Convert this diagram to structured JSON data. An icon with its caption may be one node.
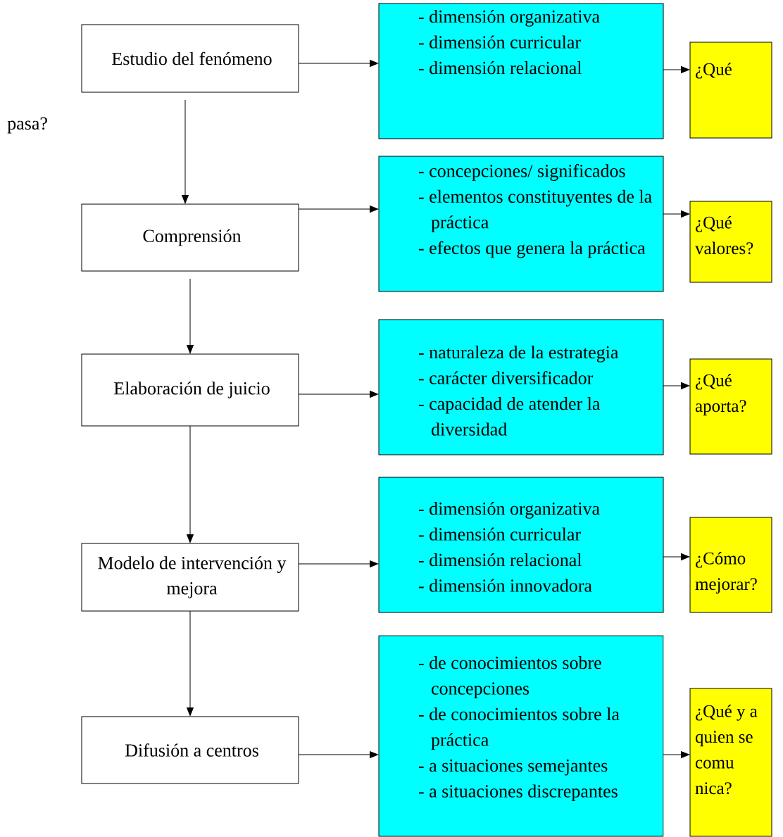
{
  "diagram": {
    "nodes": [
      {
        "text": [
          "Estudio del fenómeno"
        ]
      },
      {
        "text": [
          "- dimensión organizativa",
          "- dimensión curricular",
          "- dimensión relacional"
        ]
      },
      {
        "text": [
          "¿Qué"
        ]
      },
      {
        "text": [
          "Comprensión"
        ]
      },
      {
        "text": [
          "- concepciones/ significados",
          "- elementos constituyentes de la práctica",
          "- efectos que genera la práctica"
        ]
      },
      {
        "text": [
          "¿Qué valores?"
        ]
      },
      {
        "text": [
          "Elaboración de juicio"
        ]
      },
      {
        "text": [
          "- naturaleza de la estrategia",
          "- carácter diversificador",
          "- capacidad de atender la diversidad"
        ]
      },
      {
        "text": [
          "¿Qué aporta?"
        ]
      },
      {
        "text": [
          "Modelo de intervención y mejora"
        ]
      },
      {
        "text": [
          "- dimensión organizativa",
          "- dimensión curricular",
          "- dimensión relacional",
          "- dimensión innovadora"
        ]
      },
      {
        "text": [
          "¿Cómo mejorar?"
        ]
      },
      {
        "text": [
          "Difusión a centros"
        ]
      },
      {
        "text": [
          "- de conocimientos sobre concepciones",
          "- de conocimientos sobre la práctica",
          "- a situaciones semejantes",
          "- a situaciones discrepantes"
        ]
      },
      {
        "text": [
          "¿Qué y a quien se comu nica?"
        ]
      }
    ],
    "edges": [
      {
        "from": 0,
        "to": 1,
        "arrow": "to"
      },
      {
        "from": 1,
        "to": 2,
        "arrow": "to"
      },
      {
        "from": 0,
        "to": 3,
        "arrow": "to"
      },
      {
        "from": 3,
        "to": 4,
        "arrow": "to"
      },
      {
        "from": 4,
        "to": 5,
        "arrow": "to"
      },
      {
        "from": 3,
        "to": 6,
        "arrow": "to"
      },
      {
        "from": 6,
        "to": 7,
        "arrow": "to"
      },
      {
        "from": 7,
        "to": 8,
        "arrow": "to"
      },
      {
        "from": 6,
        "to": 9,
        "arrow": "to"
      },
      {
        "from": 9,
        "to": 10,
        "arrow": "to"
      },
      {
        "from": 10,
        "to": 11,
        "arrow": "to"
      },
      {
        "from": 9,
        "to": 12,
        "arrow": "to"
      },
      {
        "from": 12,
        "to": 13,
        "arrow": "to"
      },
      {
        "from": 13,
        "to": 14,
        "arrow": "to"
      }
    ],
    "labels": [
      "pasa?"
    ]
  }
}
